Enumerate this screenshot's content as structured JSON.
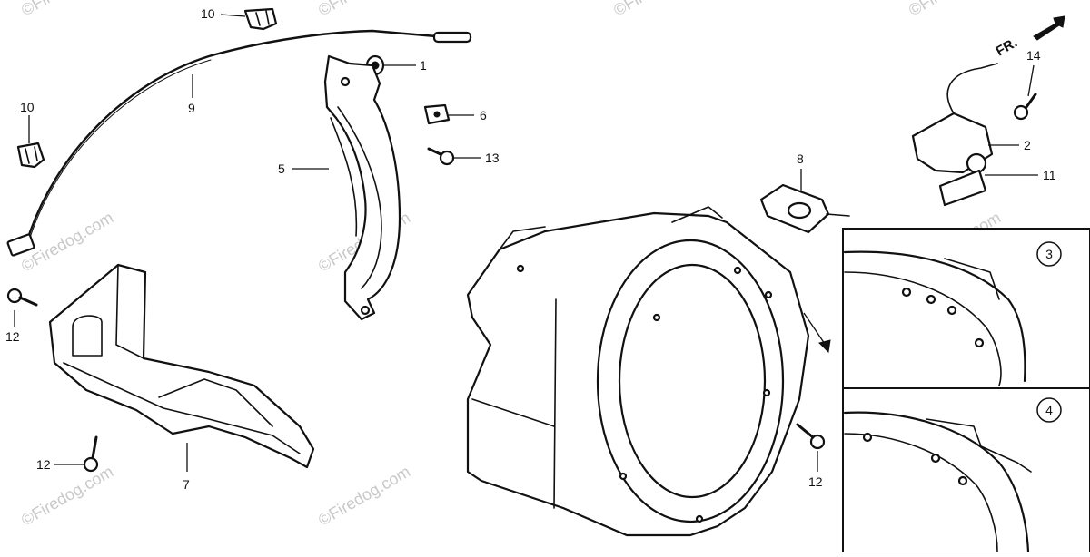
{
  "watermark": "©Firedog.com",
  "front_marker": "FR.",
  "detail_views": [
    "3",
    "4"
  ],
  "callouts": [
    {
      "id": "c10a",
      "label": "10"
    },
    {
      "id": "c10b",
      "label": "10"
    },
    {
      "id": "c9",
      "label": "9"
    },
    {
      "id": "c1",
      "label": "1"
    },
    {
      "id": "c6",
      "label": "6"
    },
    {
      "id": "c13",
      "label": "13"
    },
    {
      "id": "c5",
      "label": "5"
    },
    {
      "id": "c12a",
      "label": "12"
    },
    {
      "id": "c12b",
      "label": "12"
    },
    {
      "id": "c7",
      "label": "7"
    },
    {
      "id": "c8",
      "label": "8"
    },
    {
      "id": "c14",
      "label": "14"
    },
    {
      "id": "c2",
      "label": "2"
    },
    {
      "id": "c11",
      "label": "11"
    },
    {
      "id": "c12c",
      "label": "12"
    }
  ]
}
